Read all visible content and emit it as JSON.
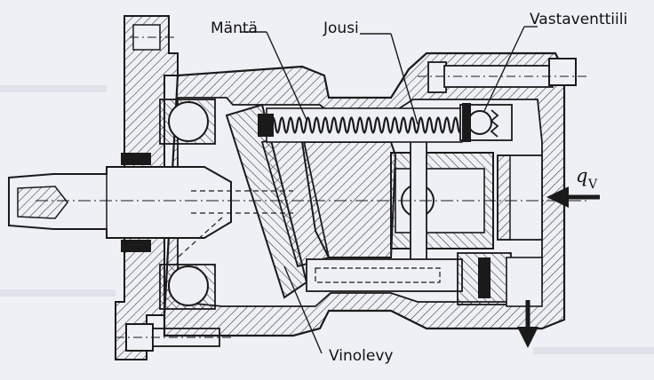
{
  "labels": {
    "piston": "Mäntä",
    "spring": "Jousi",
    "check_valve": "Vastaventtiili",
    "swash_plate": "Vinolevy",
    "flow_symbol": "q",
    "flow_subscript": "V"
  },
  "colors": {
    "ink": "#1a1a1a",
    "paper": "#eef0f5",
    "hatch": "#333333"
  }
}
